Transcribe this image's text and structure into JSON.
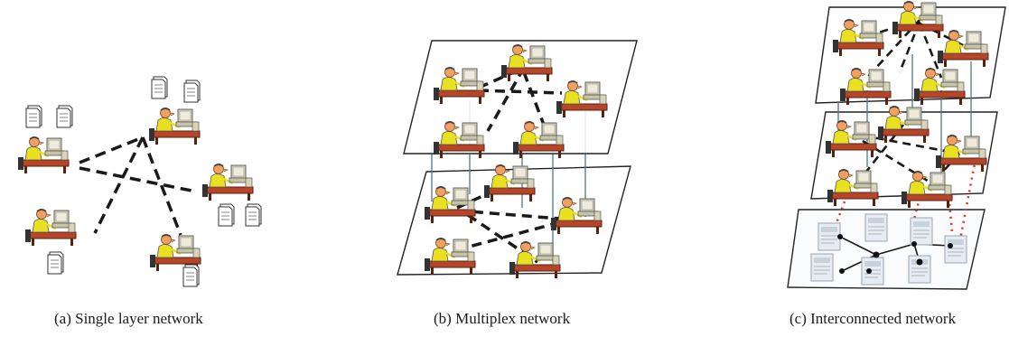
{
  "captions": {
    "single_layer": "(a) Single layer network",
    "multiplex": "(b) Multiplex network",
    "interconnected": "(c) Interconnected network"
  },
  "icons": {
    "person": "person-at-computer-icon",
    "document": "document-icon"
  },
  "colors": {
    "edge": "#1a1a1a",
    "interlayer_link": "#4a7a8a",
    "interconnect_link": "#e03020",
    "desk": "#b5462a",
    "skin": "#f0a060",
    "shirt": "#e8e020",
    "monitor": "#d8d4b8"
  }
}
